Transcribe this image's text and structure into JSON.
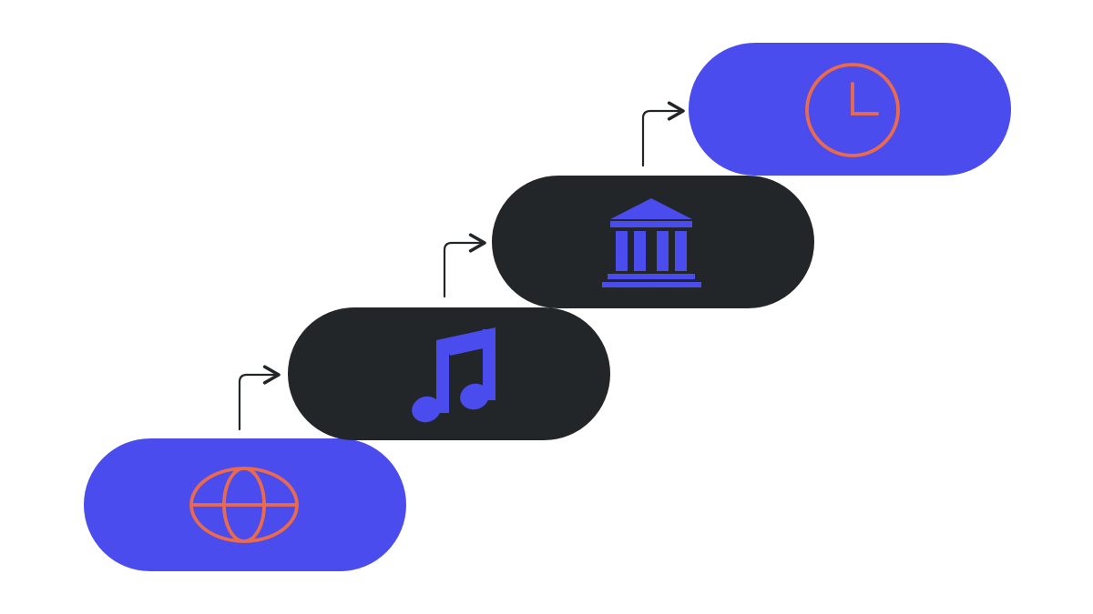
{
  "colors": {
    "background": "#ffffff",
    "blue_pill": "#4b4ced",
    "dark_pill": "#222629",
    "accent_orange": "#ec6a4c",
    "icon_blue": "#4b4ced",
    "arrow": "#222629"
  },
  "steps": [
    {
      "icon": "globe-icon",
      "pill_color": "blue",
      "icon_color": "orange"
    },
    {
      "icon": "music-note-icon",
      "pill_color": "dark",
      "icon_color": "blue"
    },
    {
      "icon": "bank-icon",
      "pill_color": "dark",
      "icon_color": "blue"
    },
    {
      "icon": "clock-icon",
      "pill_color": "blue",
      "icon_color": "orange"
    }
  ],
  "connectors": [
    {
      "from": "globe-icon",
      "to": "music-note-icon"
    },
    {
      "from": "music-note-icon",
      "to": "bank-icon"
    },
    {
      "from": "bank-icon",
      "to": "clock-icon"
    }
  ]
}
